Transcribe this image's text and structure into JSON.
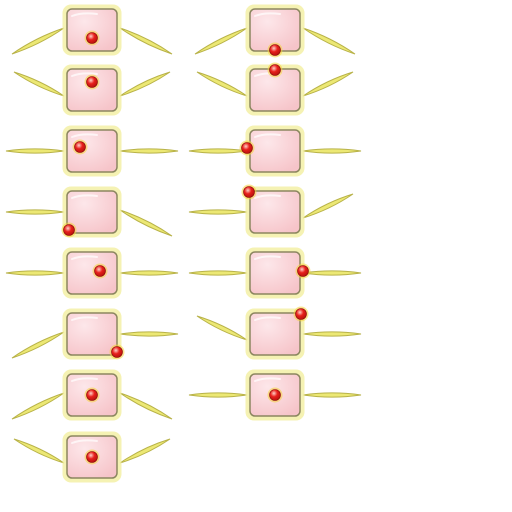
{
  "sheet": {
    "background_color": "#ffffff",
    "colors": {
      "body_fill": "#f6c4c9",
      "body_highlight": "#fde7ea",
      "body_stroke": "#8c8660",
      "body_glow": "#f3efa0",
      "wing_fill": "#ece874",
      "wing_stroke": "#b8b248",
      "eye_fill": "#e8201c",
      "eye_ring": "#f5d23a",
      "eye_highlight": "#ffd2c8"
    },
    "frames": [
      {
        "id": "frame-1",
        "wings": "up",
        "eye": "center-low"
      },
      {
        "id": "frame-2",
        "wings": "up",
        "eye": "bottom-edge"
      },
      {
        "id": "frame-3",
        "wings": "down",
        "eye": "center-up"
      },
      {
        "id": "frame-4",
        "wings": "down",
        "eye": "top-edge"
      },
      {
        "id": "frame-5",
        "wings": "level",
        "eye": "left-center"
      },
      {
        "id": "frame-6",
        "wings": "level",
        "eye": "left-edge"
      },
      {
        "id": "frame-7",
        "wings": "level-right-down",
        "eye": "bottom-left-edge"
      },
      {
        "id": "frame-8",
        "wings": "level-right-up",
        "eye": "top-left-edge"
      },
      {
        "id": "frame-9",
        "wings": "level",
        "eye": "right-center"
      },
      {
        "id": "frame-10",
        "wings": "level",
        "eye": "right-edge"
      },
      {
        "id": "frame-11",
        "wings": "left-down",
        "eye": "bottom-right-edge"
      },
      {
        "id": "frame-12",
        "wings": "left-up",
        "eye": "top-right-edge"
      },
      {
        "id": "frame-13",
        "wings": "up",
        "eye": "center"
      },
      {
        "id": "frame-14",
        "wings": "level",
        "eye": "center"
      },
      {
        "id": "frame-15",
        "wings": "down",
        "eye": "center"
      }
    ]
  }
}
